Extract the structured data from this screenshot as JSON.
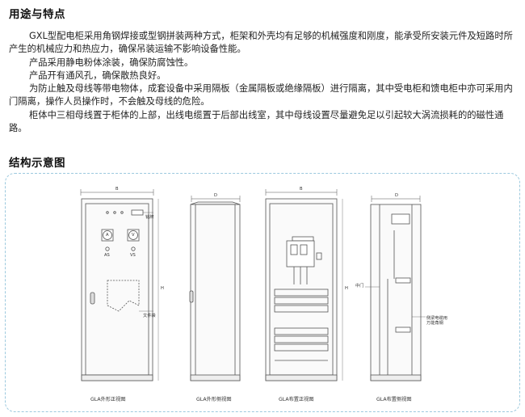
{
  "section1": {
    "title": "用途与特点",
    "paragraphs": [
      "GXL型配电柜采用角钢焊接或型钢拼装两种方式，柜架和外壳均有足够的机械强度和刚度，能承受所安装元件及短路时所产生的机械应力和热应力，确保吊装运输不影响设备性能。",
      "产品采用静电粉体涂装，确保防腐蚀性。",
      "产品开有通风孔，确保散热良好。",
      "为防止触及母线等带电物体，成套设备中采用隔板（金属隔板或绝缘隔板）进行隔离，其中受电柜和馈电柜中亦可采用内门隔离，操作人员操作时，不会触及母线的危险。",
      "柜体中三相母线置于柜体的上部，出线电缆置于后部出线室，其中母线设置尽量避免足以引起较大涡流损耗的的磁性通路。"
    ]
  },
  "section2": {
    "title": "结构示意图",
    "captions": [
      "GLA外形正视图",
      "GLA外形侧视图",
      "GLA布置正视图",
      "GLA布置侧视图"
    ],
    "labels": {
      "dim_b": "B",
      "dim_d": "D",
      "dim_h": "H",
      "nameplate": "铭牌",
      "meter_a": "A",
      "meter_v": "V",
      "meter_label_a": "AS",
      "meter_label_v": "VS",
      "doc_box": "文件袋",
      "inner_door": "中门",
      "side_cable": "侧梁电缆用\n万能角钢"
    }
  }
}
